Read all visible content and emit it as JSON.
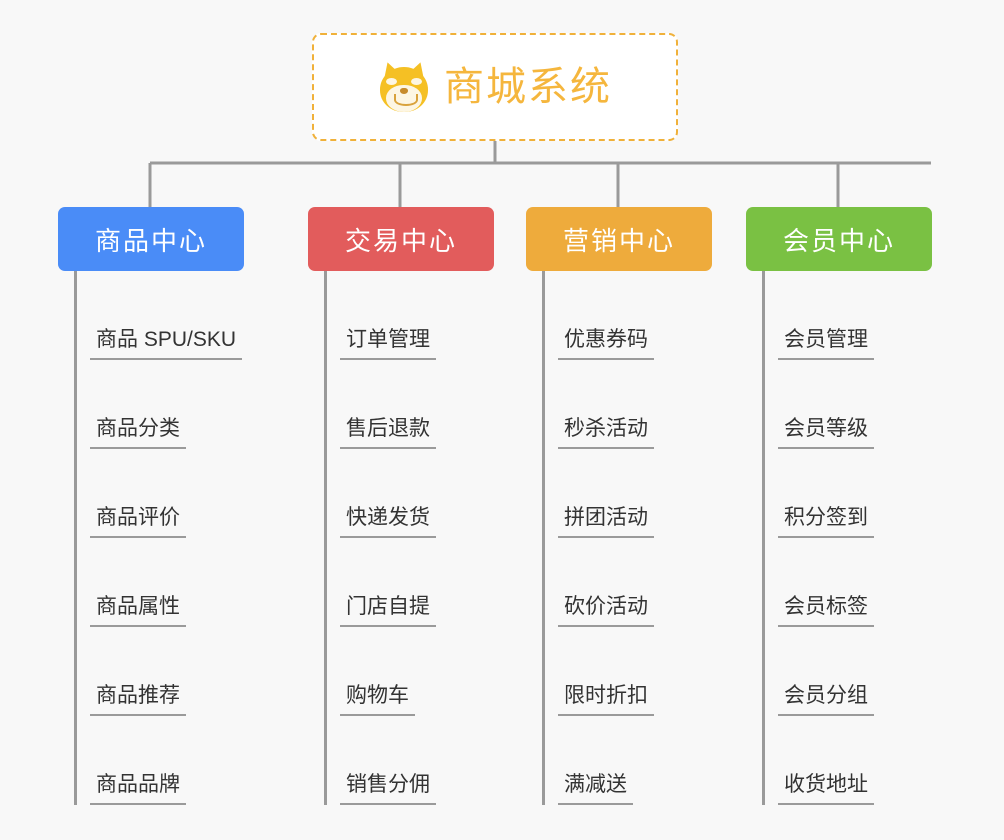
{
  "page": {
    "background_color": "#f8f8f8",
    "line_color": "#9a9a9a"
  },
  "root": {
    "title": "商城系统",
    "icon": "shiba-dog-face-emoji",
    "text_color": "#f5b63d",
    "border_color": "#f0b13a",
    "background_color": "#ffffff"
  },
  "branches": [
    {
      "label": "商品中心",
      "color": "#4a8cf7",
      "items": [
        "商品 SPU/SKU",
        "商品分类",
        "商品评价",
        "商品属性",
        "商品推荐",
        "商品品牌"
      ]
    },
    {
      "label": "交易中心",
      "color": "#e25c5c",
      "items": [
        "订单管理",
        "售后退款",
        "快递发货",
        "门店自提",
        "购物车",
        "销售分佣"
      ]
    },
    {
      "label": "营销中心",
      "color": "#eeab3c",
      "items": [
        "优惠券码",
        "秒杀活动",
        "拼团活动",
        "砍价活动",
        "限时折扣",
        "满减送"
      ]
    },
    {
      "label": "会员中心",
      "color": "#7ac143",
      "items": [
        "会员管理",
        "会员等级",
        "积分签到",
        "会员标签",
        "会员分组",
        "收货地址"
      ]
    }
  ]
}
